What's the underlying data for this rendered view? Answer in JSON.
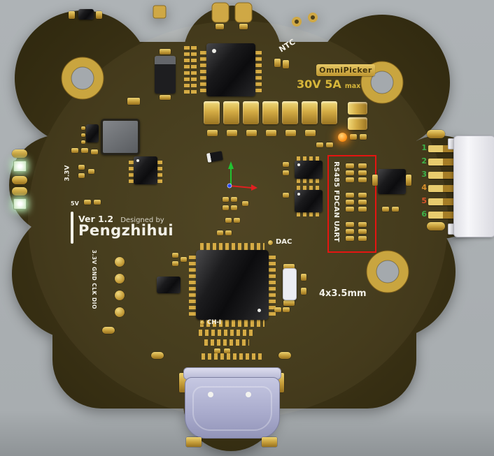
{
  "colors": {
    "background": "#a9aeb2",
    "board": "#3a3216",
    "gold": "#c9a53f",
    "silkscreen": "#f3f1e8",
    "accent_red": "#e41511",
    "usb_shell": "#b0b2d4",
    "led_orange": "#ff8c1a",
    "rating_gold": "#d7b63a"
  },
  "silkscreen": {
    "ntc": "NTC",
    "brand": "OmniPicker",
    "rating": "30V 5A",
    "rating_unit": "max",
    "version": "Ver 1.2",
    "designed_by": "Designed by",
    "designer": "Pengzhihui",
    "rail_3v3": "3.3V",
    "rail_5v": "5V",
    "interfaces": "RS485 FDCAN UART",
    "dac": "DAC",
    "ch1": "CH-I",
    "mounting_spec": "4x3.5mm",
    "swd_pins": "3.3V GND CLK DIO"
  },
  "connector": {
    "pins": [
      {
        "label": "1",
        "color": "#3db24a"
      },
      {
        "label": "2",
        "color": "#3db24a"
      },
      {
        "label": "3",
        "color": "#3db24a"
      },
      {
        "label": "4",
        "color": "#d98f2b"
      },
      {
        "label": "5",
        "color": "#d9542b"
      },
      {
        "label": "6",
        "color": "#3db24a"
      }
    ]
  }
}
